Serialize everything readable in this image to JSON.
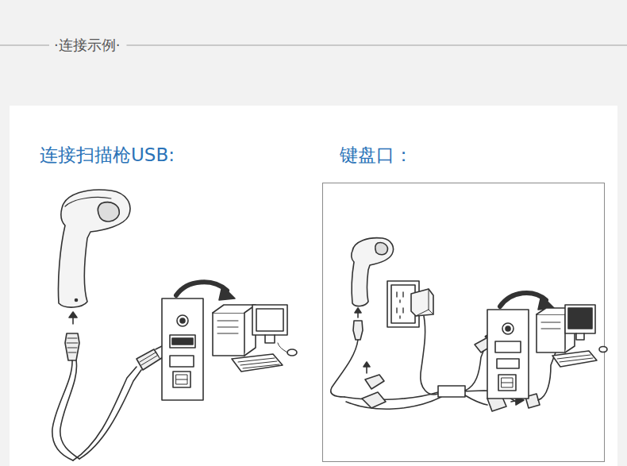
{
  "diagram": {
    "title": "·连接示例·",
    "labels": [
      "连接扫描枪USB:",
      "键盘口："
    ]
  }
}
